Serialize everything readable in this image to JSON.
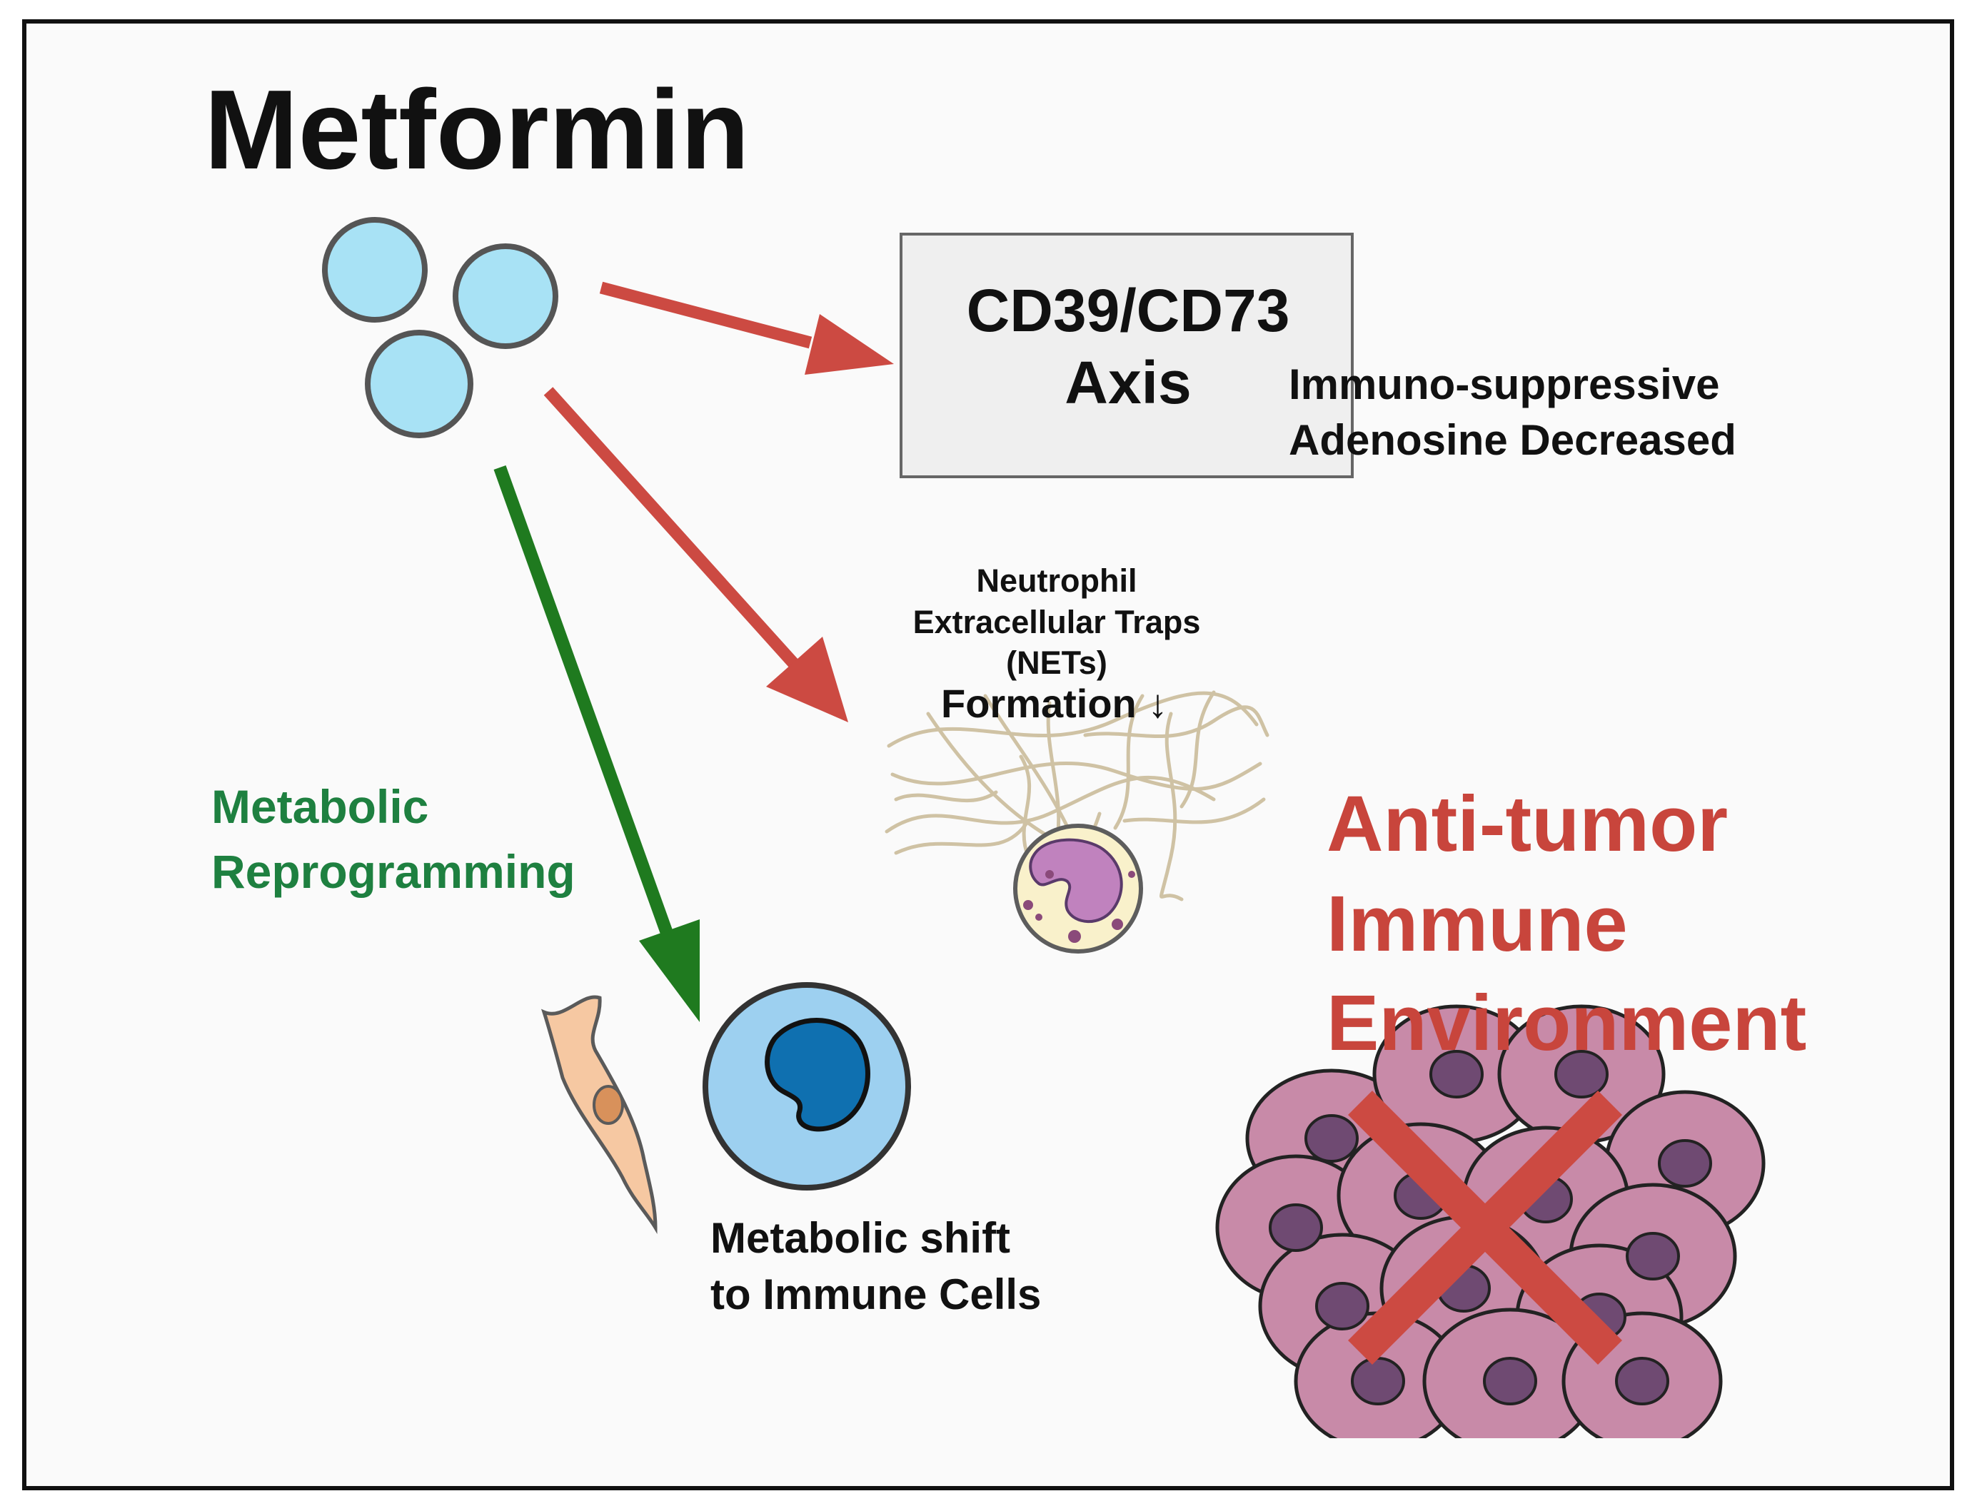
{
  "title": "Metformin",
  "axis_box": {
    "line1": "CD39/CD73",
    "line2": "Axis"
  },
  "adenosine": {
    "line1": "Immuno-suppressive",
    "line2": "Adenosine Decreased"
  },
  "nets": {
    "line1": "Neutrophil",
    "line2": "Extracellular Traps",
    "line3": "(NETs)",
    "line4": "Formation ↓"
  },
  "metabolic": {
    "line1": "Metabolic",
    "line2": "Reprogramming"
  },
  "shift": {
    "line1": "Metabolic shift",
    "line2": "to Immune Cells"
  },
  "outcome": {
    "line1": "Anti-tumor",
    "line2": "Immune",
    "line3": "Environment"
  },
  "colors": {
    "inhibit_arrow": "#cc4a42",
    "promote_arrow": "#1f7a1f",
    "metformin_pill": "#a8e2f5",
    "tumor_cell": "#c88aa8",
    "x_mark": "#cc4a42",
    "outcome_text": "#c8453c",
    "metabolic_text": "#1e8040"
  }
}
